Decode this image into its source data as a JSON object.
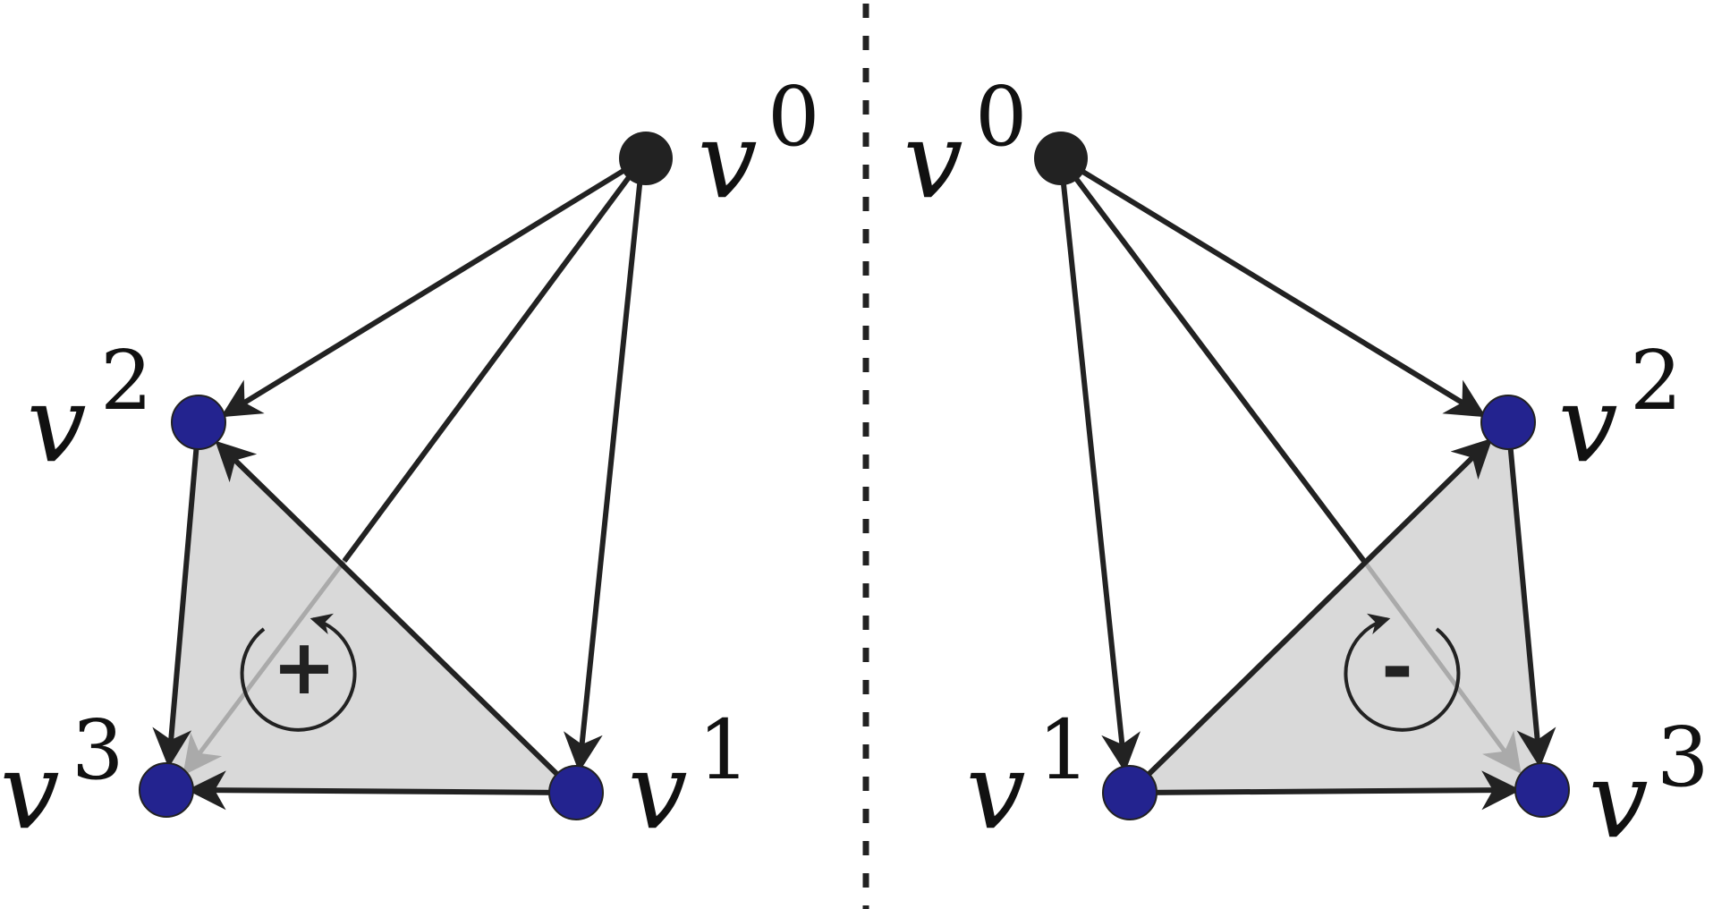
{
  "colors": {
    "vertex_apex": "#222222",
    "vertex_base": "#23238f",
    "face_fill": "#d9d9d9",
    "edge": "#222222",
    "hidden_edge": "#aaaaaa",
    "divider": "#222222"
  },
  "left": {
    "labels": {
      "v0": {
        "base": "v",
        "sup": "0"
      },
      "v1": {
        "base": "v",
        "sup": "1"
      },
      "v2": {
        "base": "v",
        "sup": "2"
      },
      "v3": {
        "base": "v",
        "sup": "3"
      }
    },
    "orientation_sign": "+"
  },
  "right": {
    "labels": {
      "v0": {
        "base": "v",
        "sup": "0"
      },
      "v1": {
        "base": "v",
        "sup": "1"
      },
      "v2": {
        "base": "v",
        "sup": "2"
      },
      "v3": {
        "base": "v",
        "sup": "3"
      }
    },
    "orientation_sign": "-"
  }
}
